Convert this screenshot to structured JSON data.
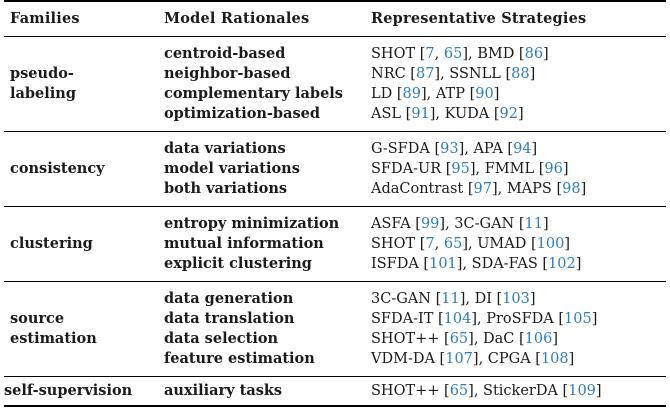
{
  "table": {
    "citation_color": "#2E7EBE",
    "columns": [
      "Families",
      "Model Rationales",
      "Representative Strategies"
    ],
    "sections": [
      {
        "family": [
          "pseudo-",
          "labeling"
        ],
        "rows": [
          {
            "rationale": "centroid-based",
            "strategy": [
              [
                "SHOT [",
                0
              ],
              [
                "7",
                1
              ],
              [
                ", ",
                0
              ],
              [
                "65",
                1
              ],
              [
                "], BMD [",
                0
              ],
              [
                "86",
                1
              ],
              [
                "]",
                0
              ]
            ]
          },
          {
            "rationale": "neighbor-based",
            "strategy": [
              [
                "NRC [",
                0
              ],
              [
                "87",
                1
              ],
              [
                "], SSNLL [",
                0
              ],
              [
                "88",
                1
              ],
              [
                "]",
                0
              ]
            ]
          },
          {
            "rationale": "complementary labels",
            "strategy": [
              [
                "LD [",
                0
              ],
              [
                "89",
                1
              ],
              [
                "], ATP [",
                0
              ],
              [
                "90",
                1
              ],
              [
                "]",
                0
              ]
            ]
          },
          {
            "rationale": "optimization-based",
            "strategy": [
              [
                "ASL [",
                0
              ],
              [
                "91",
                1
              ],
              [
                "], KUDA [",
                0
              ],
              [
                "92",
                1
              ],
              [
                "]",
                0
              ]
            ]
          }
        ]
      },
      {
        "family": [
          "consistency"
        ],
        "rows": [
          {
            "rationale": "data variations",
            "strategy": [
              [
                "G-SFDA [",
                0
              ],
              [
                "93",
                1
              ],
              [
                "], APA [",
                0
              ],
              [
                "94",
                1
              ],
              [
                "]",
                0
              ]
            ]
          },
          {
            "rationale": "model variations",
            "strategy": [
              [
                "SFDA-UR [",
                0
              ],
              [
                "95",
                1
              ],
              [
                "], FMML [",
                0
              ],
              [
                "96",
                1
              ],
              [
                "]",
                0
              ]
            ]
          },
          {
            "rationale": "both variations",
            "strategy": [
              [
                "AdaContrast [",
                0
              ],
              [
                "97",
                1
              ],
              [
                "], MAPS [",
                0
              ],
              [
                "98",
                1
              ],
              [
                "]",
                0
              ]
            ]
          }
        ]
      },
      {
        "family": [
          "clustering"
        ],
        "rows": [
          {
            "rationale": "entropy minimization",
            "strategy": [
              [
                "ASFA [",
                0
              ],
              [
                "99",
                1
              ],
              [
                "], 3C-GAN [",
                0
              ],
              [
                "11",
                1
              ],
              [
                "]",
                0
              ]
            ]
          },
          {
            "rationale": "mutual information",
            "strategy": [
              [
                "SHOT [",
                0
              ],
              [
                "7",
                1
              ],
              [
                ", ",
                0
              ],
              [
                "65",
                1
              ],
              [
                "], UMAD [",
                0
              ],
              [
                "100",
                1
              ],
              [
                "]",
                0
              ]
            ]
          },
          {
            "rationale": "explicit clustering",
            "strategy": [
              [
                "ISFDA [",
                0
              ],
              [
                "101",
                1
              ],
              [
                "], SDA-FAS [",
                0
              ],
              [
                "102",
                1
              ],
              [
                "]",
                0
              ]
            ]
          }
        ]
      },
      {
        "family": [
          "source",
          "estimation"
        ],
        "rows": [
          {
            "rationale": "data generation",
            "strategy": [
              [
                "3C-GAN [",
                0
              ],
              [
                "11",
                1
              ],
              [
                "], DI [",
                0
              ],
              [
                "103",
                1
              ],
              [
                "]",
                0
              ]
            ]
          },
          {
            "rationale": "data translation",
            "strategy": [
              [
                "SFDA-IT [",
                0
              ],
              [
                "104",
                1
              ],
              [
                "], ProSFDA [",
                0
              ],
              [
                "105",
                1
              ],
              [
                "]",
                0
              ]
            ]
          },
          {
            "rationale": "data selection",
            "strategy": [
              [
                "SHOT++ [",
                0
              ],
              [
                "65",
                1
              ],
              [
                "], DaC [",
                0
              ],
              [
                "106",
                1
              ],
              [
                "]",
                0
              ]
            ]
          },
          {
            "rationale": "feature estimation",
            "strategy": [
              [
                "VDM-DA [",
                0
              ],
              [
                "107",
                1
              ],
              [
                "], CPGA [",
                0
              ],
              [
                "108",
                1
              ],
              [
                "]",
                0
              ]
            ]
          }
        ]
      },
      {
        "family": [
          "self-supervision"
        ],
        "rows": [
          {
            "rationale": "auxiliary tasks",
            "strategy": [
              [
                "SHOT++ [",
                0
              ],
              [
                "65",
                1
              ],
              [
                "], StickerDA [",
                0
              ],
              [
                "109",
                1
              ],
              [
                "]",
                0
              ]
            ]
          }
        ]
      }
    ]
  }
}
